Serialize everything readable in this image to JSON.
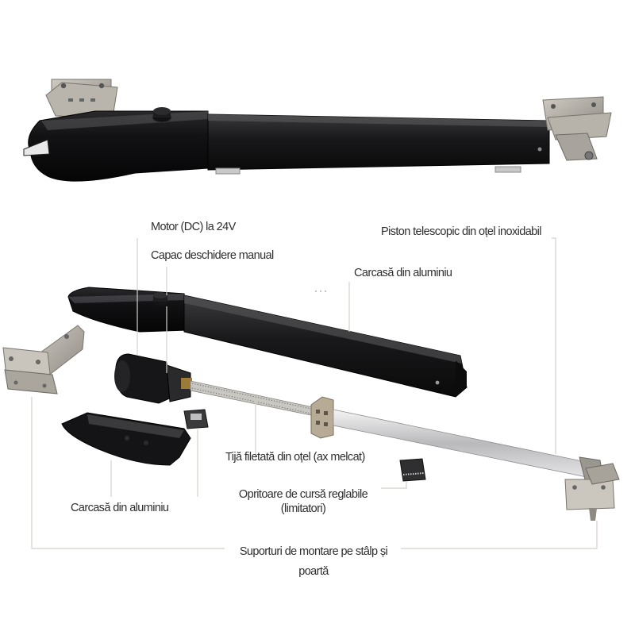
{
  "labels": {
    "motor": "Motor (DC) la 24V",
    "release_cap": "Capac deschidere manual",
    "housing_top": "Carcasă din aluminiu",
    "piston": "Piston telescopic din oțel inoxidabil",
    "threaded_rod": "Tijă filetată din oțel (ax melcat)",
    "limiters_line1": "Opritoare de cursă reglabile",
    "limiters_line2": "(limitatori)",
    "housing_bottom": "Carcasă din aluminiu",
    "brackets_line1": "Suporturi de montare pe stâlp și",
    "brackets_line2": "poartă"
  }
}
